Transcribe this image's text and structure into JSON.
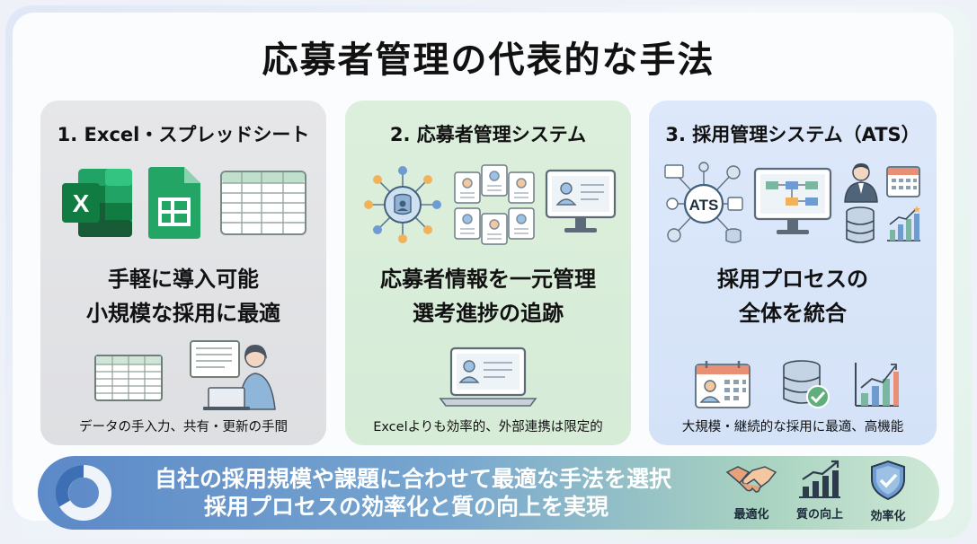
{
  "title": "応募者管理の代表的な手法",
  "cards": [
    {
      "title": "1. Excel・スプレッドシート",
      "desc": [
        "手軽に導入可能",
        "小規模な採用に最適"
      ],
      "foot": "データの手入力、共有・更新の手間",
      "icons": [
        "excel-icon",
        "google-sheets-icon",
        "spreadsheet-grid-icon",
        "table-icon",
        "person-laptop-icon"
      ]
    },
    {
      "title": "2. 応募者管理システム",
      "desc": [
        "応募者情報を一元管理",
        "選考進捗の追跡"
      ],
      "foot": "Excelよりも効率的、外部連携は限定的",
      "icons": [
        "database-network-icon",
        "applicant-cards-icon",
        "monitor-profile-icon",
        "laptop-profile-icon"
      ]
    },
    {
      "title": "3. 採用管理システム（ATS）",
      "desc": [
        "採用プロセスの",
        "全体を統合"
      ],
      "foot": "大規模・継続的な採用に最適、高機能",
      "icons": [
        "ats-hub-icon",
        "workflow-monitor-icon",
        "recruiter-icon",
        "calendar-icon",
        "database-icon",
        "growth-chart-icon",
        "schedule-profile-icon",
        "database-check-icon",
        "bar-chart-icon"
      ]
    }
  ],
  "banner": {
    "lines": [
      "自社の採用規模や課題に合わせて最適な手法を選択",
      "採用プロセスの効率化と質の向上を実現"
    ],
    "items": [
      {
        "label": "最適化",
        "icon": "handshake-icon"
      },
      {
        "label": "質の向上",
        "icon": "growth-chart-icon"
      },
      {
        "label": "効率化",
        "icon": "shield-check-icon"
      }
    ]
  },
  "colors": {
    "card1_bg": "#e3e4e6",
    "card2_bg": "#d9edd9",
    "card3_bg": "#d8e5f8",
    "excel_green": "#1e7145",
    "sheets_green": "#23a566",
    "accent_blue": "#4a7fc1"
  }
}
